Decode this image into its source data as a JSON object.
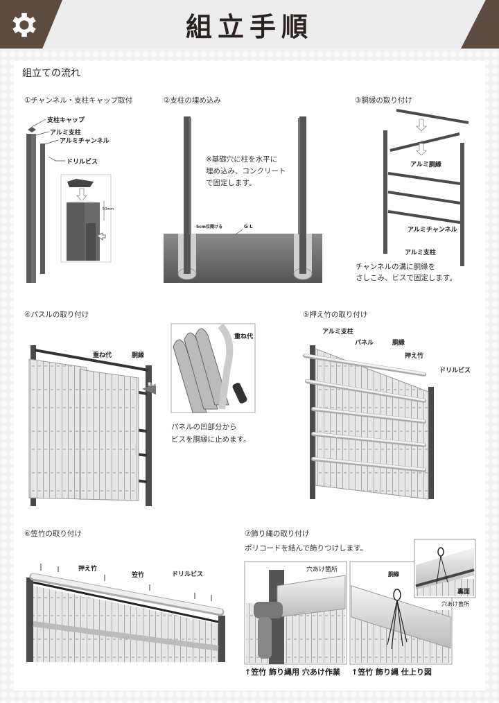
{
  "header": {
    "title": "組立手順",
    "icon": "gear-icon"
  },
  "section_title": "組立ての流れ",
  "steps": [
    {
      "title": "①チャンネル・支柱キャップ取付",
      "labels": {
        "cap": "支柱キャップ",
        "post": "アルミ支柱",
        "channel": "アルミチャンネル",
        "screw": "ドリルビス",
        "dim": "50mm"
      }
    },
    {
      "title": "②支柱の埋め込み",
      "note": [
        "※基礎穴に柱を水平に",
        "埋め込み、コンクリート",
        "で固定します。"
      ],
      "labels": {
        "gap": "5cm位開ける",
        "gl": "G L"
      }
    },
    {
      "title": "③胴縁の取り付け",
      "labels": {
        "rail": "アルミ胴縁",
        "channel": "アルミチャンネル",
        "post": "アルミ支柱"
      },
      "note": [
        "チャンネルの溝に胴縁を",
        "さしこみ、ビスで固定します。"
      ]
    },
    {
      "title": "④パスルの取り付け",
      "labels": {
        "overlap": "重ね代",
        "rail": "胴縁",
        "inset_overlap": "重ね代",
        "arrow": "重ね代"
      },
      "note": [
        "パネルの凹部分から",
        "ビスを胴縁に止めます。"
      ]
    },
    {
      "title": "⑤押え竹の取り付け",
      "labels": {
        "post": "アルミ支柱",
        "panel": "パネル",
        "rail": "胴縁",
        "press": "押え竹",
        "screw": "ドリルビス"
      }
    },
    {
      "title": "⑥笠竹の取り付け",
      "labels": {
        "press": "押え竹",
        "kasa": "笠竹",
        "screw": "ドリルビス"
      }
    },
    {
      "title": "⑦飾り縄の取り付け",
      "subtitle": "ポリコードを結んで飾りつけします。",
      "labels": {
        "hole": "穴あけ箇所",
        "rail": "胴縁",
        "back": "裏面",
        "hole2": "穴あけ箇所"
      },
      "captions": [
        "↑笠竹 飾り縄用 穴あけ作業",
        "↑笠竹 飾り縄 仕上り図"
      ]
    }
  ]
}
